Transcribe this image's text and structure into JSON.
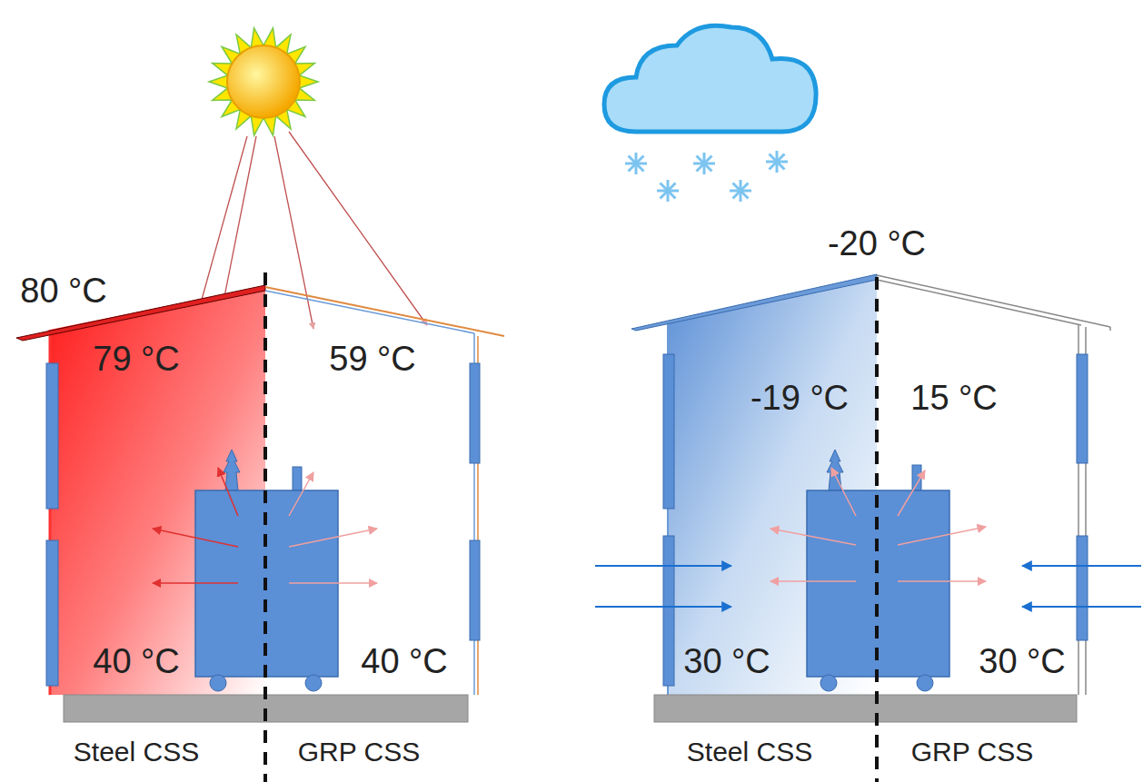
{
  "diagram": {
    "labels": [
      "80 °C",
      "79 °C",
      "59 °C",
      "40 °C",
      "40 °C",
      "Steel CSS",
      "GRP CSS",
      "-20 °C",
      "-19 °C",
      "15 °C",
      "30 °C",
      "30 °C",
      "Steel CSS",
      "GRP CSS"
    ]
  }
}
